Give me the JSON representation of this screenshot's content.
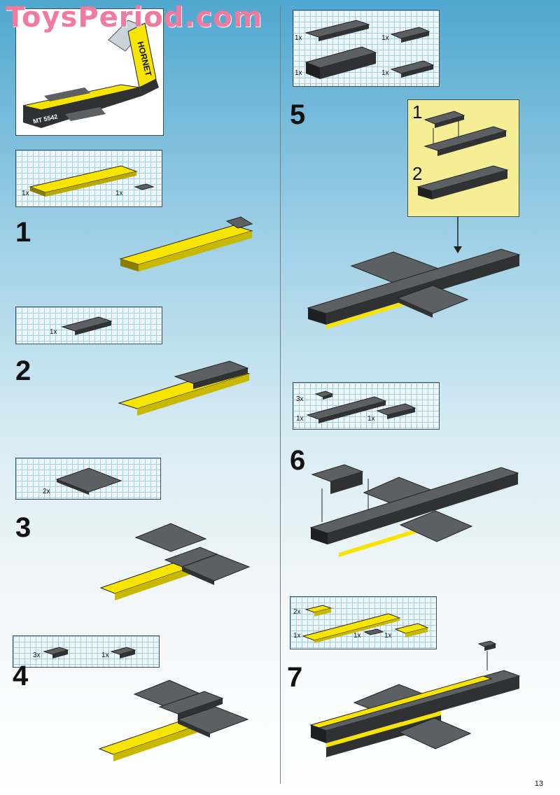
{
  "watermark": "ToysPeriod.com",
  "model": {
    "tail_text": "HORNET",
    "model_text": "MT 5542"
  },
  "steps": [
    {
      "number": "1",
      "parts": [
        {
          "qty": "1x"
        },
        {
          "qty": "1x"
        }
      ]
    },
    {
      "number": "2",
      "parts": [
        {
          "qty": "1x"
        }
      ]
    },
    {
      "number": "3",
      "parts": [
        {
          "qty": "2x"
        }
      ]
    },
    {
      "number": "4",
      "parts": [
        {
          "qty": "3x"
        },
        {
          "qty": "1x"
        }
      ]
    },
    {
      "number": "5",
      "parts": [
        {
          "qty": "1x"
        },
        {
          "qty": "1x"
        },
        {
          "qty": "1x"
        },
        {
          "qty": "1x"
        }
      ],
      "substeps": [
        "1",
        "2"
      ]
    },
    {
      "number": "6",
      "parts": [
        {
          "qty": "3x"
        },
        {
          "qty": "1x"
        },
        {
          "qty": "1x"
        }
      ]
    },
    {
      "number": "7",
      "parts": [
        {
          "qty": "2x"
        },
        {
          "qty": "1x"
        },
        {
          "qty": "1x"
        },
        {
          "qty": "1x"
        }
      ]
    }
  ],
  "page_number": "13",
  "colors": {
    "brick_yellow": "#f7e400",
    "brick_gray": "#5d6063",
    "brick_dark": "#2f3133",
    "highlight_box": "#f6ee95"
  }
}
